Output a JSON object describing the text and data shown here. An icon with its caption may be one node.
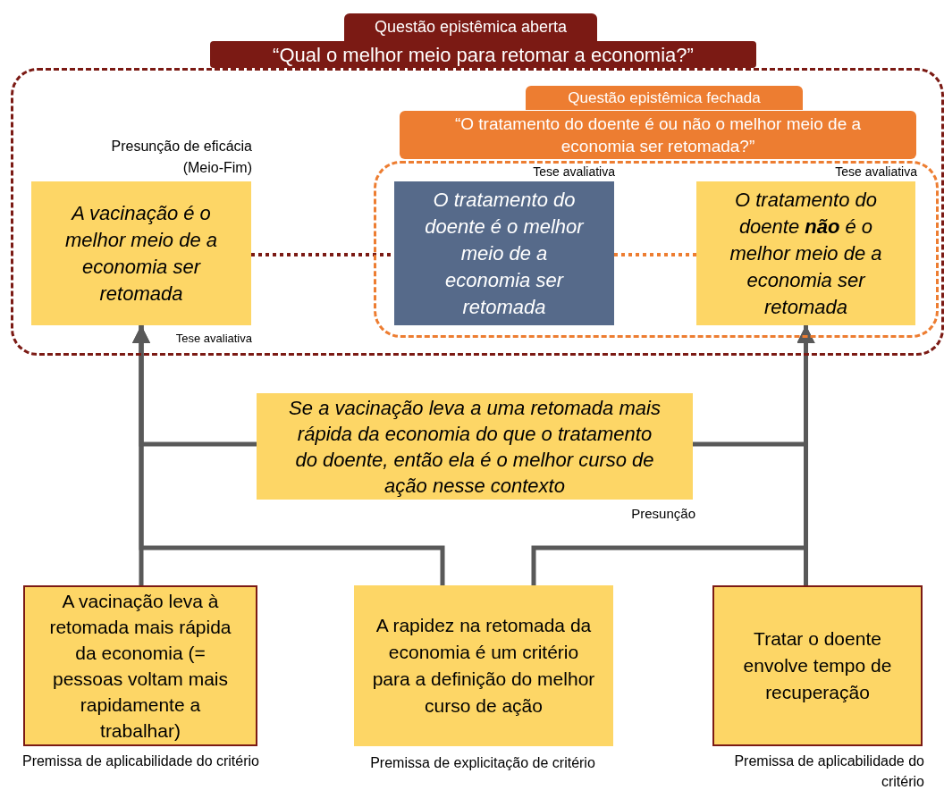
{
  "diagram": {
    "nodes": [
      {
        "text": [
          "Questão epistêmica aberta",
          "“Qual o melhor meio para retomar a economia?”"
        ]
      },
      {
        "text": [
          "Questão epistêmica fechada",
          "“O tratamento do doente é ou não o melhor meio de a economia ser retomada?”"
        ],
        "in": 0
      },
      {
        "text": [
          "A vacinação é o melhor meio de a economia ser retomada"
        ],
        "in": 0,
        "beside": [
          "Presunção de eficácia (Meio-Fim)",
          "Tese avaliativa"
        ]
      },
      {
        "text": [
          "O tratamento do doente é o melhor meio de a economia ser retomada"
        ],
        "in": 1,
        "beside": [
          "Tese avaliativa"
        ]
      },
      {
        "text": [
          "O tratamento do doente **não** é o melhor meio de a economia ser retomada"
        ],
        "in": 1,
        "beside": [
          "Tese avaliativa"
        ]
      },
      {
        "text": [
          "Se a vacinação leva a uma retomada mais rápida da economia do que o tratamento do doente, então ela é o melhor curso de ação nesse contexto"
        ],
        "beside": [
          "Presunção"
        ]
      },
      {
        "text": [
          "A vacinação leva à retomada mais rápida da economia (= pessoas voltam mais rapidamente a trabalhar)"
        ],
        "beside": [
          "Premissa de aplicabilidade do critério"
        ]
      },
      {
        "text": [
          "A rapidez na retomada da economia é um critério para a definição do melhor curso de ação"
        ],
        "beside": [
          "Premissa de explicitação de critério"
        ]
      },
      {
        "text": [
          "Tratar o doente envolve tempo de recuperação"
        ],
        "beside": [
          "Premissa de aplicabilidade do critério"
        ]
      }
    ],
    "edges": [
      {
        "from": 2,
        "to": 3,
        "arrow": "none",
        "style": "dashed",
        "color": "#7b1a14"
      },
      {
        "from": 3,
        "to": 4,
        "arrow": "none",
        "style": "dashed",
        "color": "#ed7d31"
      },
      {
        "from": 6,
        "to": 2,
        "arrow": "to"
      },
      {
        "from": 7,
        "to": 2,
        "arrow": "to"
      },
      {
        "from": 5,
        "to": 2,
        "arrow": "to"
      },
      {
        "from": 8,
        "to": 4,
        "arrow": "to"
      },
      {
        "from": 7,
        "to": 4,
        "arrow": "to"
      },
      {
        "from": 5,
        "to": 4,
        "arrow": "to"
      }
    ]
  }
}
